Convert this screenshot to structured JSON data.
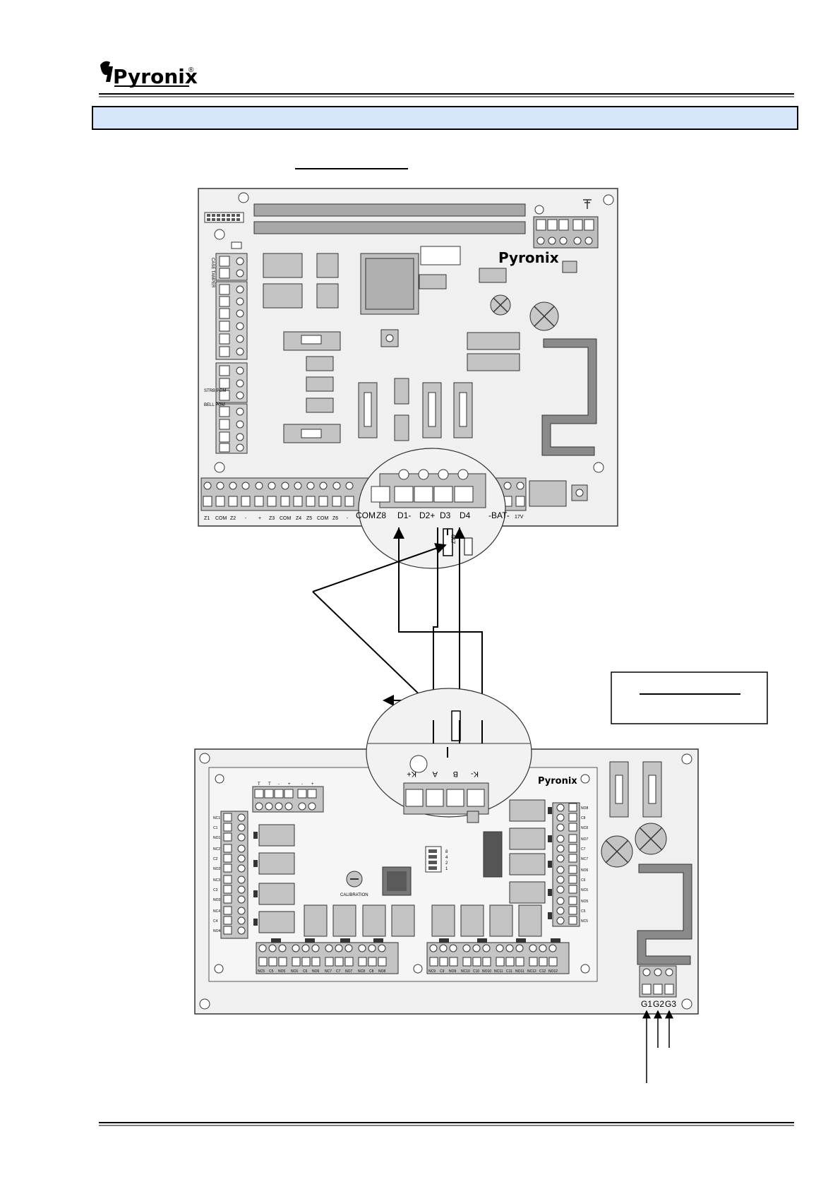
{
  "brand": {
    "name": "Pyronix",
    "mark": "®"
  },
  "header_bar": {
    "text": ""
  },
  "heading_link": {
    "text": ""
  },
  "panel": {
    "terminal_labels": [
      "Z1",
      "COM",
      "Z2",
      "-",
      "+",
      "Z3",
      "COM",
      "Z4",
      "Z5",
      "COM",
      "Z6",
      "-"
    ],
    "zoom_labels": [
      "COM",
      "Z8",
      "D1-",
      "D2+",
      "D3",
      "D4",
      "-BAT-",
      "17V"
    ],
    "side_labels": {
      "case_tamper": "CASE TAMPER",
      "strb_pgm": "STRB PGM",
      "bell_pgm": "BELL PGM"
    }
  },
  "resistor_label": "4K7",
  "expander": {
    "zoom_labels": [
      "K+",
      "A",
      "B",
      "K-"
    ],
    "top_labels": [
      "T",
      "T",
      "-",
      "+",
      "-",
      "+"
    ],
    "left_labels": [
      "NC1",
      "C1",
      "NO1",
      "NC2",
      "C2",
      "NO2",
      "NC3",
      "C3",
      "NO3",
      "NC4",
      "C4",
      "NO4"
    ],
    "right_labels": [
      "NO8",
      "C8",
      "NC8",
      "NO7",
      "C7",
      "NC7",
      "NO6",
      "C6",
      "NC6",
      "NO5",
      "C5",
      "NC5"
    ],
    "bottom_labels_left": [
      "NC5",
      "C5",
      "NO5",
      "NC6",
      "C6",
      "NO6",
      "NC7",
      "C7",
      "NO7",
      "NC8",
      "C8",
      "NO8"
    ],
    "bottom_labels_right": [
      "NC9",
      "C9",
      "NO9",
      "NC10",
      "C10",
      "NO10",
      "NC11",
      "C11",
      "NO11",
      "NC12",
      "C12",
      "NO12"
    ],
    "dip_labels": [
      "8",
      "4",
      "2",
      "1"
    ],
    "calibration": "CALIBRATION",
    "g_labels": [
      "G1",
      "G2",
      "G3"
    ]
  },
  "note_box": {
    "text": ""
  }
}
